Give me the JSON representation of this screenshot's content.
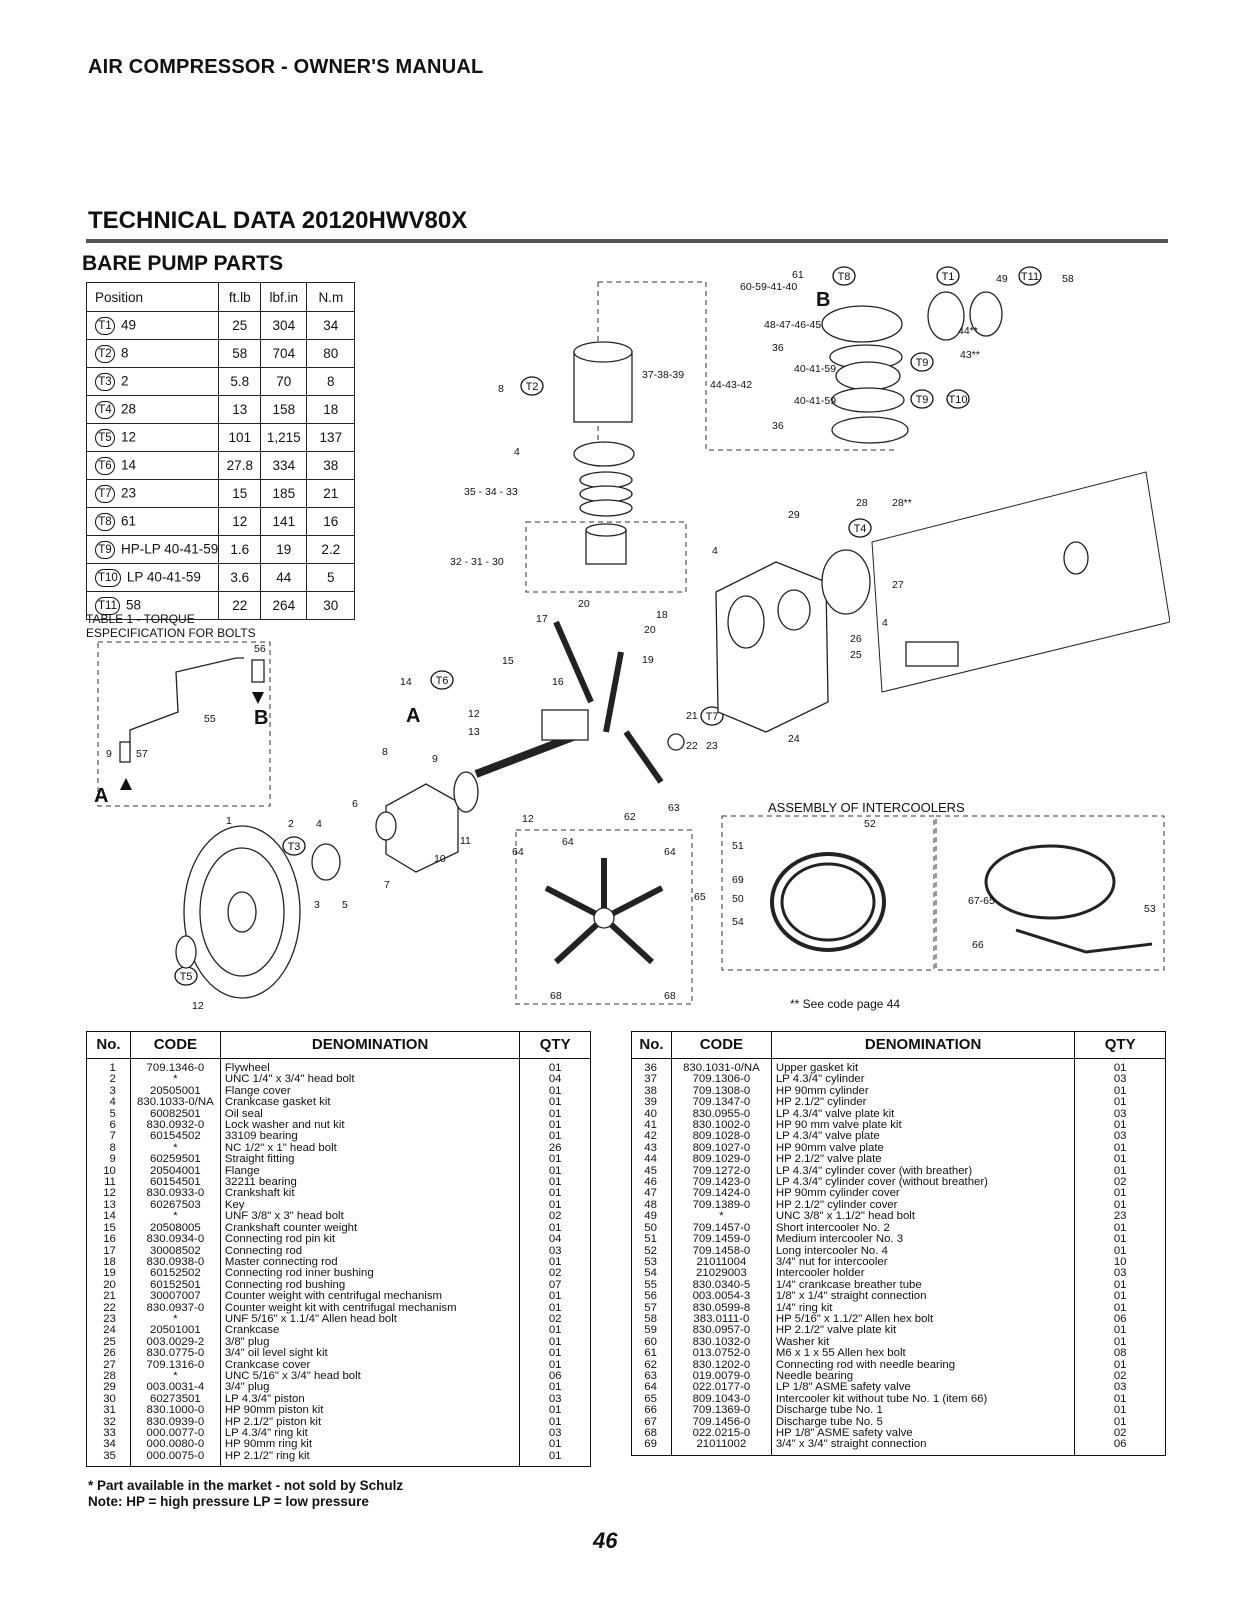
{
  "header": {
    "manual_title": "AIR COMPRESSOR - OWNER'S MANUAL"
  },
  "page": {
    "title": "TECHNICAL DATA 20120HWV80X",
    "subtitle": "BARE PUMP PARTS",
    "page_number": "46"
  },
  "torque_table": {
    "headers": [
      "Position",
      "ft.lb",
      "lbf.in",
      "N.m"
    ],
    "rows": [
      {
        "tag": "T1",
        "pos": "49",
        "ftlb": "25",
        "lbfin": "304",
        "nm": "34"
      },
      {
        "tag": "T2",
        "pos": "8",
        "ftlb": "58",
        "lbfin": "704",
        "nm": "80"
      },
      {
        "tag": "T3",
        "pos": "2",
        "ftlb": "5.8",
        "lbfin": "70",
        "nm": "8"
      },
      {
        "tag": "T4",
        "pos": "28",
        "ftlb": "13",
        "lbfin": "158",
        "nm": "18"
      },
      {
        "tag": "T5",
        "pos": "12",
        "ftlb": "101",
        "lbfin": "1,215",
        "nm": "137"
      },
      {
        "tag": "T6",
        "pos": "14",
        "ftlb": "27.8",
        "lbfin": "334",
        "nm": "38"
      },
      {
        "tag": "T7",
        "pos": "23",
        "ftlb": "15",
        "lbfin": "185",
        "nm": "21"
      },
      {
        "tag": "T8",
        "pos": "61",
        "ftlb": "12",
        "lbfin": "141",
        "nm": "16"
      },
      {
        "tag": "T9",
        "pos": "HP-LP 40-41-59",
        "ftlb": "1.6",
        "lbfin": "19",
        "nm": "2.2"
      },
      {
        "tag": "T10",
        "pos": "LP 40-41-59",
        "ftlb": "3.6",
        "lbfin": "44",
        "nm": "5"
      },
      {
        "tag": "T11",
        "pos": "58",
        "ftlb": "22",
        "lbfin": "264",
        "nm": "30"
      }
    ],
    "caption_line1": "TABLE 1 - TORQUE",
    "caption_line2": "ESPECIFICATION FOR BOLTS"
  },
  "diagram": {
    "assembly_label": "ASSEMBLY OF INTERCOOLERS",
    "see_code": "** See code page 44",
    "callouts": {
      "A1": "A",
      "A2": "A",
      "B1": "B",
      "B2": "B",
      "c1": "61",
      "c2": "60-59-41-40",
      "c3": "49",
      "c4": "58",
      "c5": "48-47-46-45",
      "c6": "44**",
      "c7": "43**",
      "c8": "36",
      "c9": "40-41-59",
      "c10": "40-41-59",
      "c11": "36",
      "c12": "37-38-39",
      "c13": "44-43-42",
      "c14": "8",
      "c15": "4",
      "c16": "35 - 34 - 33",
      "c17": "32 - 31 - 30",
      "c18": "29",
      "c19": "28",
      "c20": "28**",
      "c21": "27",
      "c22": "4",
      "c23": "4",
      "c24": "26",
      "c25": "25",
      "c26": "24",
      "c27": "17",
      "c28": "20",
      "c29": "18",
      "c30": "20",
      "c31": "19",
      "c32": "15",
      "c33": "14",
      "c34": "16",
      "c35": "12",
      "c36": "13",
      "c37": "21",
      "c38": "22",
      "c39": "23",
      "c40": "56",
      "c41": "55",
      "c42": "9",
      "c43": "57",
      "c44": "8",
      "c45": "9",
      "c46": "6",
      "c47": "1",
      "c48": "2",
      "c49": "4",
      "c50": "3",
      "c51": "5",
      "c52": "7",
      "c53": "10",
      "c54": "11",
      "c55": "12",
      "c56": "62",
      "c57": "63",
      "c58": "12",
      "c59": "64",
      "c60": "64",
      "c61": "64",
      "c62": "68",
      "c63": "68",
      "c64": "51",
      "c65": "52",
      "c66": "69",
      "c67": "65",
      "c68": "50",
      "c69": "54",
      "c70": "67-65",
      "c71": "53",
      "c72": "66"
    },
    "tags": {
      "t1": "T1",
      "t2": "T2",
      "t3": "T3",
      "t4": "T4",
      "t5": "T5",
      "t6": "T6",
      "t7": "T7",
      "t8": "T8",
      "t9a": "T9",
      "t9b": "T9",
      "t10": "T10",
      "t11": "T11"
    }
  },
  "parts_headers": [
    "No.",
    "CODE",
    "DENOMINATION",
    "QTY"
  ],
  "parts_left": [
    {
      "no": "1",
      "code": "709.1346-0",
      "den": "Flywheel",
      "qty": "01"
    },
    {
      "no": "2",
      "code": "*",
      "den": "UNC 1/4\" x 3/4\" head bolt",
      "qty": "04"
    },
    {
      "no": "3",
      "code": "20505001",
      "den": "Flange cover",
      "qty": "01"
    },
    {
      "no": "4",
      "code": "830.1033-0/NA",
      "den": "Crankcase gasket kit",
      "qty": "01"
    },
    {
      "no": "5",
      "code": "60082501",
      "den": "Oil seal",
      "qty": "01"
    },
    {
      "no": "6",
      "code": "830.0932-0",
      "den": "Lock washer and nut kit",
      "qty": "01"
    },
    {
      "no": "7",
      "code": "60154502",
      "den": "33109 bearing",
      "qty": "01"
    },
    {
      "no": "8",
      "code": "*",
      "den": "NC 1/2\" x 1\" head bolt",
      "qty": "26"
    },
    {
      "no": "9",
      "code": "60259501",
      "den": "Straight fitting",
      "qty": "01"
    },
    {
      "no": "10",
      "code": "20504001",
      "den": "Flange",
      "qty": "01"
    },
    {
      "no": "11",
      "code": "60154501",
      "den": "32211 bearing",
      "qty": "01"
    },
    {
      "no": "12",
      "code": "830.0933-0",
      "den": "Crankshaft kit",
      "qty": "01"
    },
    {
      "no": "13",
      "code": "60267503",
      "den": "Key",
      "qty": "01"
    },
    {
      "no": "14",
      "code": "*",
      "den": "UNF 3/8\" x 3\" head bolt",
      "qty": "02"
    },
    {
      "no": "15",
      "code": "20508005",
      "den": "Crankshaft counter weight",
      "qty": "01"
    },
    {
      "no": "16",
      "code": "830.0934-0",
      "den": "Connecting rod pin kit",
      "qty": "04"
    },
    {
      "no": "17",
      "code": "30008502",
      "den": "Connecting rod",
      "qty": "03"
    },
    {
      "no": "18",
      "code": "830.0938-0",
      "den": "Master connecting rod",
      "qty": "01"
    },
    {
      "no": "19",
      "code": "60152502",
      "den": "Connecting rod inner bushing",
      "qty": "02"
    },
    {
      "no": "20",
      "code": "60152501",
      "den": "Connecting rod bushing",
      "qty": "07"
    },
    {
      "no": "21",
      "code": "30007007",
      "den": "Counter weight with centrifugal mechanism",
      "qty": "01"
    },
    {
      "no": "22",
      "code": "830.0937-0",
      "den": "Counter weight kit with centrifugal mechanism",
      "qty": "01"
    },
    {
      "no": "23",
      "code": "*",
      "den": "UNF 5/16\" x 1.1/4\" Allen head bolt",
      "qty": "02"
    },
    {
      "no": "24",
      "code": "20501001",
      "den": "Crankcase",
      "qty": "01"
    },
    {
      "no": "25",
      "code": "003.0029-2",
      "den": "3/8\" plug",
      "qty": "01"
    },
    {
      "no": "26",
      "code": "830.0775-0",
      "den": "3/4\" oil level sight kit",
      "qty": "01"
    },
    {
      "no": "27",
      "code": "709.1316-0",
      "den": "Crankcase cover",
      "qty": "01"
    },
    {
      "no": "28",
      "code": "*",
      "den": "UNC 5/16\" x 3/4\" head bolt",
      "qty": "06"
    },
    {
      "no": "29",
      "code": "003.0031-4",
      "den": "3/4\" plug",
      "qty": "01"
    },
    {
      "no": "30",
      "code": "60273501",
      "den": "LP 4.3/4\" piston",
      "qty": "03"
    },
    {
      "no": "31",
      "code": "830.1000-0",
      "den": "HP 90mm piston kit",
      "qty": "01"
    },
    {
      "no": "32",
      "code": "830.0939-0",
      "den": "HP 2.1/2\" piston kit",
      "qty": "01"
    },
    {
      "no": "33",
      "code": "000.0077-0",
      "den": "LP 4.3/4\" ring kit",
      "qty": "03"
    },
    {
      "no": "34",
      "code": "000.0080-0",
      "den": "HP 90mm ring kit",
      "qty": "01"
    },
    {
      "no": "35",
      "code": "000.0075-0",
      "den": "HP 2.1/2\" ring kit",
      "qty": "01"
    }
  ],
  "parts_right": [
    {
      "no": "36",
      "code": "830.1031-0/NA",
      "den": "Upper gasket kit",
      "qty": "01"
    },
    {
      "no": "37",
      "code": "709.1306-0",
      "den": "LP 4.3/4\" cylinder",
      "qty": "03"
    },
    {
      "no": "38",
      "code": "709.1308-0",
      "den": "HP 90mm cylinder",
      "qty": "01"
    },
    {
      "no": "39",
      "code": "709.1347-0",
      "den": "HP 2.1/2\" cylinder",
      "qty": "01"
    },
    {
      "no": "40",
      "code": "830.0955-0",
      "den": "LP 4.3/4\" valve plate kit",
      "qty": "03"
    },
    {
      "no": "41",
      "code": "830.1002-0",
      "den": "HP 90 mm valve plate kit",
      "qty": "01"
    },
    {
      "no": "42",
      "code": "809.1028-0",
      "den": "LP 4.3/4\" valve plate",
      "qty": "03"
    },
    {
      "no": "43",
      "code": "809.1027-0",
      "den": "HP 90mm valve plate",
      "qty": "01"
    },
    {
      "no": "44",
      "code": "809.1029-0",
      "den": "HP 2.1/2\" valve plate",
      "qty": "01"
    },
    {
      "no": "45",
      "code": "709.1272-0",
      "den": "LP 4.3/4\" cylinder cover (with breather)",
      "qty": "01"
    },
    {
      "no": "46",
      "code": "709.1423-0",
      "den": "LP 4.3/4\" cylinder cover (without breather)",
      "qty": "02"
    },
    {
      "no": "47",
      "code": "709.1424-0",
      "den": "HP 90mm cylinder cover",
      "qty": "01"
    },
    {
      "no": "48",
      "code": "709.1389-0",
      "den": "HP 2.1/2\" cylinder cover",
      "qty": "01"
    },
    {
      "no": "49",
      "code": "*",
      "den": "UNC 3/8\" x 1.1/2\" head bolt",
      "qty": "23"
    },
    {
      "no": "50",
      "code": "709.1457-0",
      "den": "Short intercooler No. 2",
      "qty": "01"
    },
    {
      "no": "51",
      "code": "709.1459-0",
      "den": "Medium intercooler No. 3",
      "qty": "01"
    },
    {
      "no": "52",
      "code": "709.1458-0",
      "den": "Long intercooler No. 4",
      "qty": "01"
    },
    {
      "no": "53",
      "code": "21011004",
      "den": "3/4\" nut for intercooler",
      "qty": "10"
    },
    {
      "no": "54",
      "code": "21029003",
      "den": "Intercooler holder",
      "qty": "03"
    },
    {
      "no": "55",
      "code": "830.0340-5",
      "den": "1/4\" crankcase breather tube",
      "qty": "01"
    },
    {
      "no": "56",
      "code": "003.0054-3",
      "den": "1/8\" x 1/4\" straight connection",
      "qty": "01"
    },
    {
      "no": "57",
      "code": "830.0599-8",
      "den": "1/4\" ring kit",
      "qty": "01"
    },
    {
      "no": "58",
      "code": "383.0111-0",
      "den": "HP 5/16\" x 1.1/2\" Allen hex bolt",
      "qty": "06"
    },
    {
      "no": "59",
      "code": "830.0957-0",
      "den": "HP 2.1/2\" valve plate kit",
      "qty": "01"
    },
    {
      "no": "60",
      "code": "830.1032-0",
      "den": "Washer kit",
      "qty": "01"
    },
    {
      "no": "61",
      "code": "013.0752-0",
      "den": "M6 x 1 x 55 Allen hex bolt",
      "qty": "08"
    },
    {
      "no": "62",
      "code": "830.1202-0",
      "den": "Connecting rod with needle bearing",
      "qty": "01"
    },
    {
      "no": "63",
      "code": "019.0079-0",
      "den": "Needle bearing",
      "qty": "02"
    },
    {
      "no": "64",
      "code": "022.0177-0",
      "den": "LP 1/8\" ASME safety valve",
      "qty": "03"
    },
    {
      "no": "65",
      "code": "809.1043-0",
      "den": "Intercooler kit without tube No. 1 (item 66)",
      "qty": "01"
    },
    {
      "no": "66",
      "code": "709.1369-0",
      "den": "Discharge tube No. 1",
      "qty": "01"
    },
    {
      "no": "67",
      "code": "709.1456-0",
      "den": "Discharge tube No. 5",
      "qty": "01"
    },
    {
      "no": "68",
      "code": "022.0215-0",
      "den": "HP 1/8\" ASME safety valve",
      "qty": "02"
    },
    {
      "no": "69",
      "code": "21011002",
      "den": "3/4\" x 3/4\" straight connection",
      "qty": "06"
    }
  ],
  "notes": {
    "line1": "* Part available in the market - not sold by Schulz",
    "line2": "Note:  HP = high pressure  LP = low pressure"
  }
}
